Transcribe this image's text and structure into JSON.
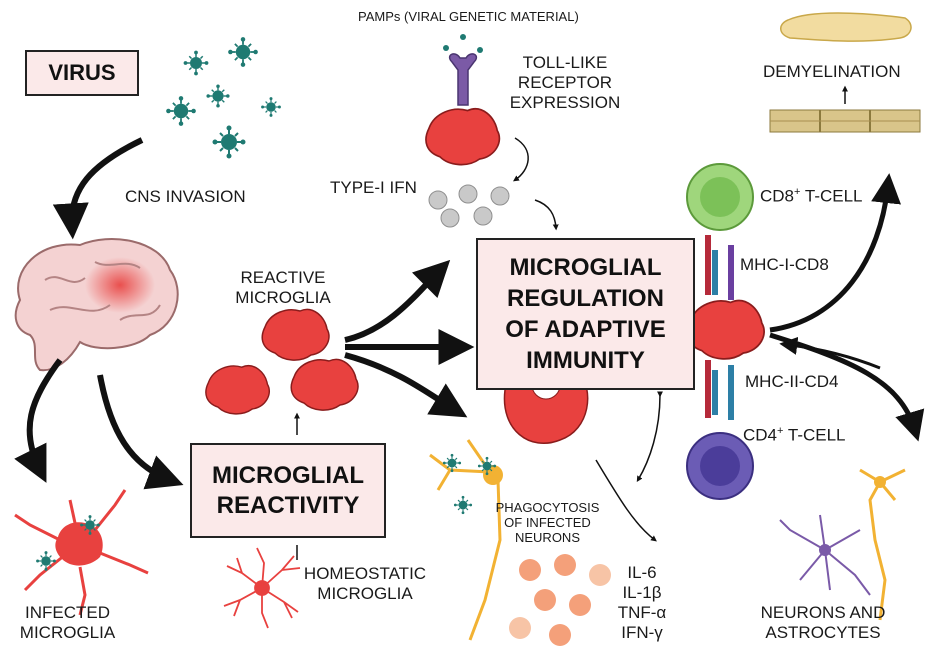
{
  "boxes": {
    "virus": "VIRUS",
    "reactivity": [
      "MICROGLIAL",
      "REACTIVITY"
    ],
    "regulation": [
      "MICROGLIAL",
      "REGULATION",
      "OF ADAPTIVE",
      "IMMUNITY"
    ]
  },
  "labels": {
    "pamps": "PAMPs (VIRAL GENETIC MATERIAL)",
    "tlr": [
      "TOLL-LIKE",
      "RECEPTOR",
      "EXPRESSION"
    ],
    "type1_ifn": "TYPE-I IFN",
    "cns_invasion": "CNS INVASION",
    "reactive_microglia": [
      "REACTIVE",
      "MICROGLIA"
    ],
    "infected_microglia": [
      "INFECTED",
      "MICROGLIA"
    ],
    "homeostatic_microglia": [
      "HOMEOSTATIC",
      "MICROGLIA"
    ],
    "phagocytosis": [
      "PHAGOCYTOSIS",
      "OF INFECTED",
      "NEURONS"
    ],
    "cytokines": [
      "IL-6",
      "IL-1β",
      "TNF-α",
      "IFN-γ"
    ],
    "demyelination": "DEMYELINATION",
    "cd8_tcell": {
      "main": "CD8",
      "sup": "+",
      "rest": " T-CELL"
    },
    "mhc1_cd8": "MHC-I-CD8",
    "mhc2_cd4": "MHC-II-CD4",
    "cd4_tcell": {
      "main": "CD4",
      "sup": "+",
      "rest": " T-CELL"
    },
    "neurons_astrocytes": [
      "NEURONS AND",
      "ASTROCYTES"
    ]
  },
  "colors": {
    "microglia_red": "#e8413f",
    "virus_teal": "#1f7a72",
    "box_fill": "#fbe9e9",
    "cd8_green": "#9fd67c",
    "cd4_purple": "#5b4ea8",
    "neuron_orange": "#f2b233",
    "astrocyte_purple": "#7a5aa8",
    "ifn_grey": "#b8b8b8",
    "cytokine_peach": "#f4a07a",
    "myelin_tan": "#d9c58a"
  },
  "icons": [
    "virus-particle-icon",
    "brain-icon",
    "microglia-cell-icon",
    "toll-like-receptor-icon",
    "t-cell-icon",
    "neuron-icon",
    "astrocyte-icon",
    "myelinated-axon-icon"
  ]
}
